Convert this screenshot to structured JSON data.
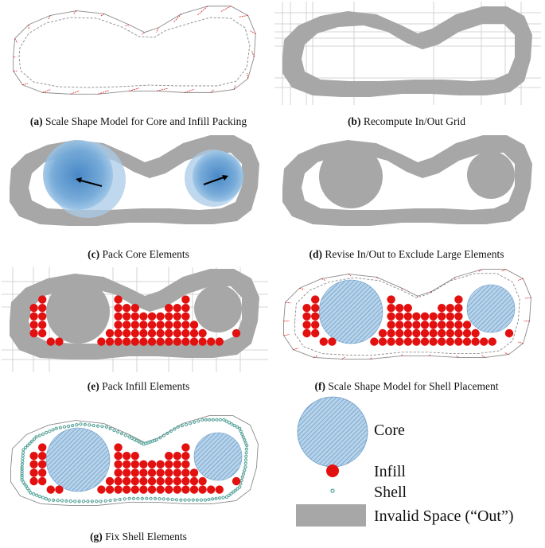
{
  "panels": [
    {
      "label": "(a)",
      "caption": "Scale Shape Model for Core and Infill Packing"
    },
    {
      "label": "(b)",
      "caption": "Recompute In/Out Grid"
    },
    {
      "label": "(c)",
      "caption": "Pack Core Elements"
    },
    {
      "label": "(d)",
      "caption": "Revise In/Out to Exclude Large Elements"
    },
    {
      "label": "(e)",
      "caption": "Pack Infill Elements"
    },
    {
      "label": "(f)",
      "caption": "Scale Shape Model for Shell Placement"
    },
    {
      "label": "(g)",
      "caption": "Fix Shell Elements"
    }
  ],
  "legend": {
    "core": "Core",
    "infill": "Infill",
    "shell": "Shell",
    "out": "Invalid Space (“Out”)"
  },
  "colors": {
    "out_gray": "#a7a7a7",
    "core_blue": "#a9cbe8",
    "core_hatch": "#6a9cc8",
    "infill_red": "#e31010",
    "shell_teal": "#4fa39a",
    "arrow": "#000000",
    "vector_red": "#d61a1a"
  }
}
